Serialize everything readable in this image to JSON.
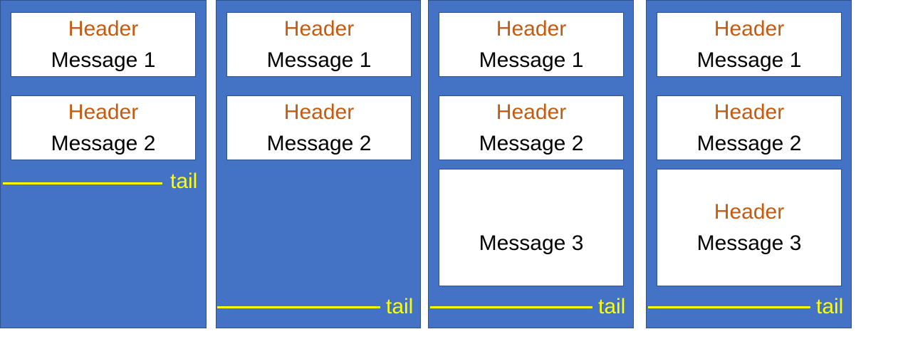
{
  "colors": {
    "panel_bg": "#4472c4",
    "header_text": "#c55a11",
    "message_text": "#000000",
    "tail": "#ffff00"
  },
  "panels": [
    {
      "messages": [
        {
          "header": "Header",
          "message": "Message 1"
        },
        {
          "header": "Header",
          "message": "Message 2"
        }
      ],
      "tail_label": "tail"
    },
    {
      "messages": [
        {
          "header": "Header",
          "message": "Message 1"
        },
        {
          "header": "Header",
          "message": "Message 2"
        }
      ],
      "tail_label": "tail"
    },
    {
      "messages": [
        {
          "header": "Header",
          "message": "Message 1"
        },
        {
          "header": "Header",
          "message": "Message 2"
        },
        {
          "header": "",
          "message": "Message 3"
        }
      ],
      "tail_label": "tail"
    },
    {
      "messages": [
        {
          "header": "Header",
          "message": "Message 1"
        },
        {
          "header": "Header",
          "message": "Message 2"
        },
        {
          "header": "Header",
          "message": "Message 3"
        }
      ],
      "tail_label": "tail"
    }
  ]
}
